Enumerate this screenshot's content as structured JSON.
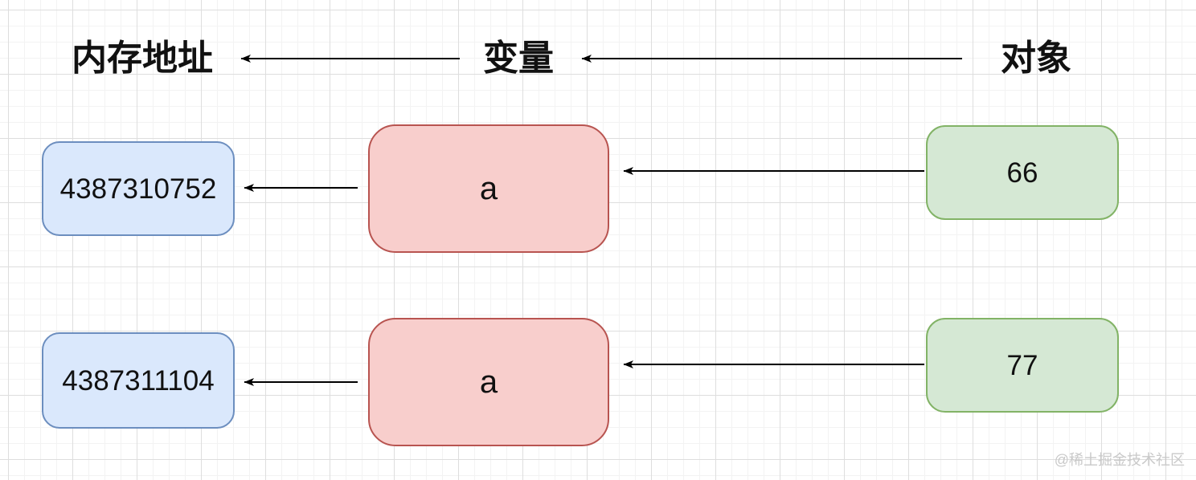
{
  "diagram": {
    "headers": {
      "memory_address": "内存地址",
      "variable": "变量",
      "object": "对象"
    },
    "rows": [
      {
        "address": "4387310752",
        "variable": "a",
        "value": "66"
      },
      {
        "address": "4387311104",
        "variable": "a",
        "value": "77"
      }
    ],
    "watermark": "@稀土掘金技术社区",
    "colors": {
      "address_fill": "#dae8fc",
      "address_border": "#6c8ebf",
      "variable_fill": "#f8cecc",
      "variable_border": "#b85450",
      "value_fill": "#d5e8d4",
      "value_border": "#82b366",
      "arrow": "#000000",
      "grid_minor": "#f3f3f3",
      "grid_major": "#dedede",
      "watermark_color": "#c9c9c9"
    }
  }
}
